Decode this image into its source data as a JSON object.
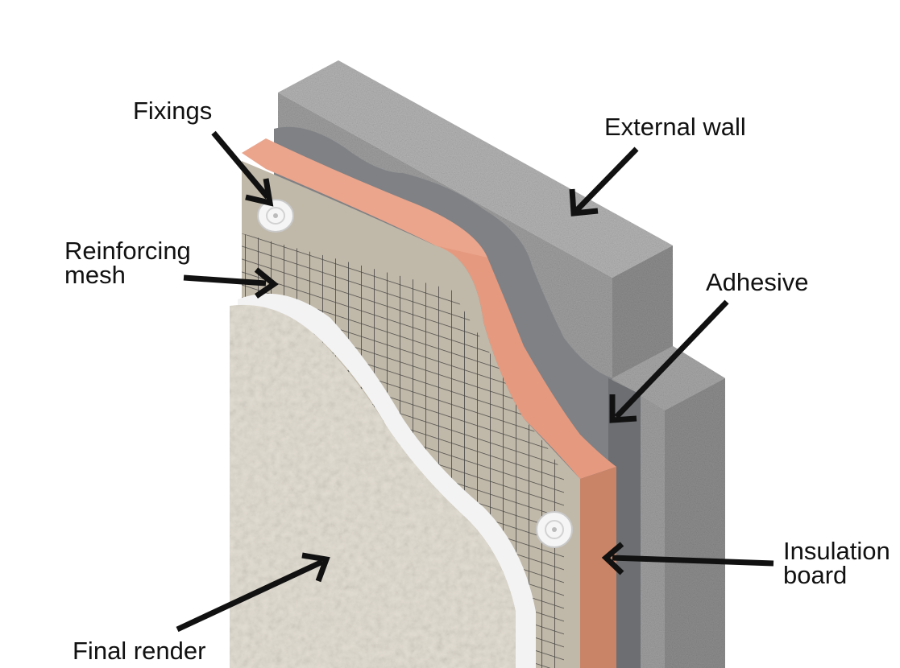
{
  "labels": {
    "fixings": "Fixings",
    "external_wall": "External wall",
    "reinforcing_mesh_line1": "Reinforcing",
    "reinforcing_mesh_line2": "mesh",
    "adhesive": "Adhesive",
    "insulation_board_line1": "Insulation",
    "insulation_board_line2": "board",
    "final_render": "Final render"
  },
  "colors": {
    "background": "#ffffff",
    "wall_block": "#9a9a9a",
    "adhesive": "#7d7f82",
    "insulation_top": "#e9a48a",
    "insulation_side": "#c8866b",
    "base_coat": "#bdb5a5",
    "mesh": "#3a3a3a",
    "render": "#e4e0d6",
    "render_edge": "#f4f4f4",
    "arrow": "#111111"
  }
}
